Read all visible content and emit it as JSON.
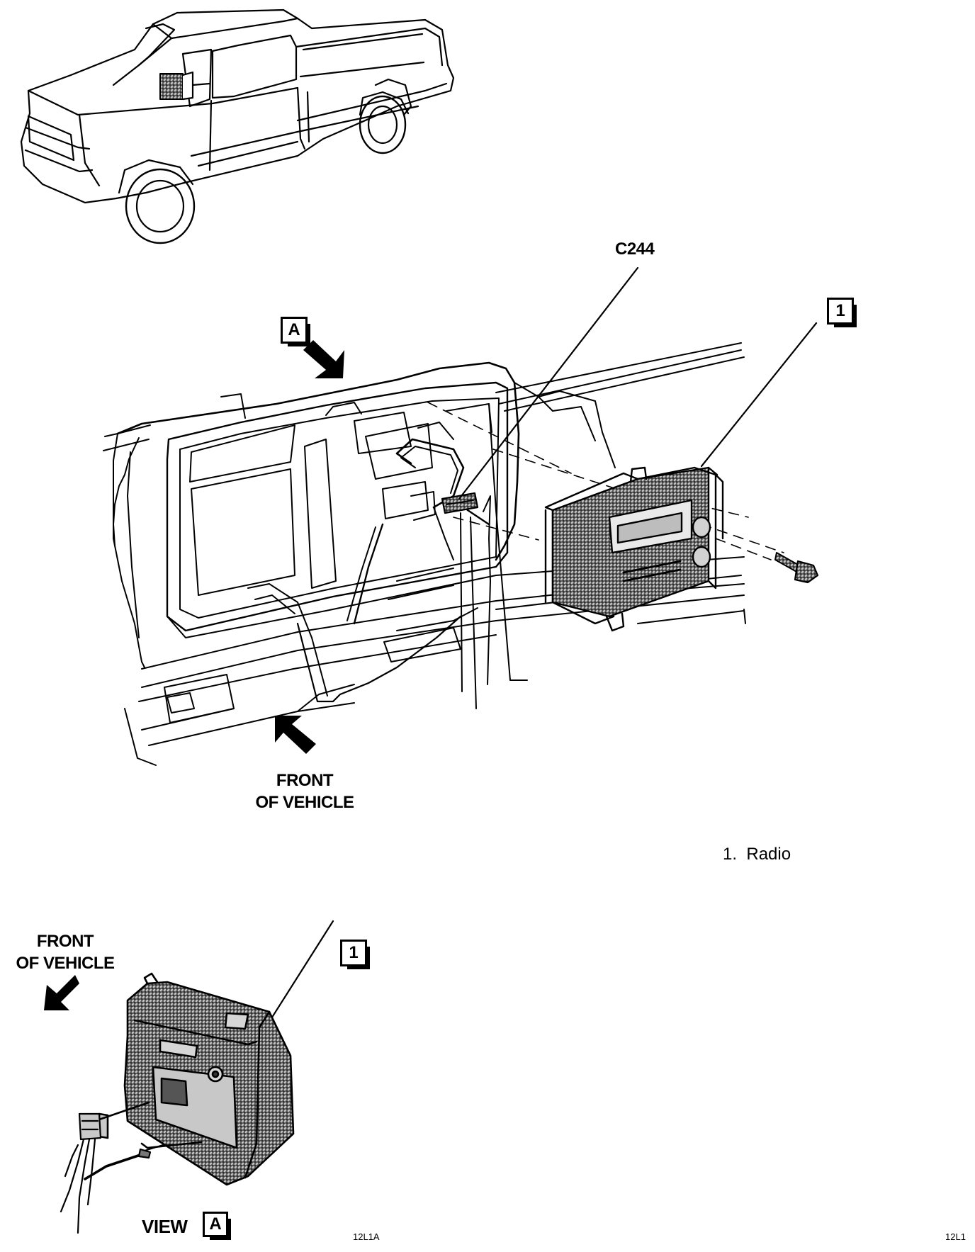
{
  "callouts": {
    "connector": "C244",
    "ref_1": "1",
    "ref_a": "A"
  },
  "orientation": {
    "front_line_1": "FRONT",
    "front_line_2": "OF VEHICLE"
  },
  "legend": {
    "number": "1.",
    "text": "Radio"
  },
  "view": {
    "word": "VIEW",
    "ref": "A"
  },
  "figure_codes": {
    "left": "12L1A",
    "right": "12L1"
  },
  "colors": {
    "ink": "#000000",
    "shade": "#b5b5b5",
    "background": "#ffffff"
  }
}
